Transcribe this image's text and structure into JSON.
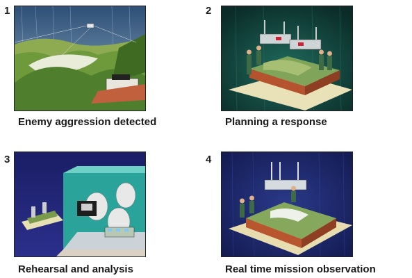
{
  "panels": [
    {
      "number": "1",
      "caption": "Enemy aggression detected",
      "illustration": "satellite-surveillance-landscape"
    },
    {
      "number": "2",
      "caption": "Planning a response",
      "illustration": "officers-planning-terrain-model"
    },
    {
      "number": "3",
      "caption": "Rehearsal and analysis",
      "illustration": "simulation-domes-facility"
    },
    {
      "number": "4",
      "caption": "Real time mission observation",
      "illustration": "terrain-table-observation"
    }
  ]
}
